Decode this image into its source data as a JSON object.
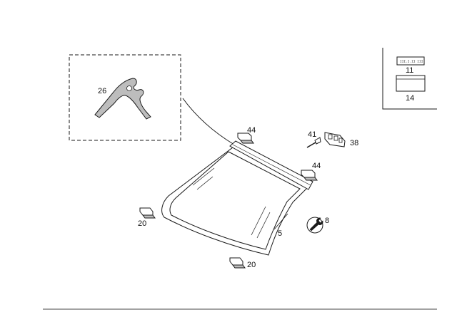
{
  "callouts": {
    "seal_profile": "26",
    "clip_top": "44",
    "clip_right": "44",
    "rivet": "41",
    "bracket": "38",
    "service_tool": "8",
    "windshield": "5",
    "block_left": "20",
    "block_bottom": "20",
    "label_sticker": "11",
    "panel": "14"
  },
  "label_sticker_text": "III.I.II III"
}
